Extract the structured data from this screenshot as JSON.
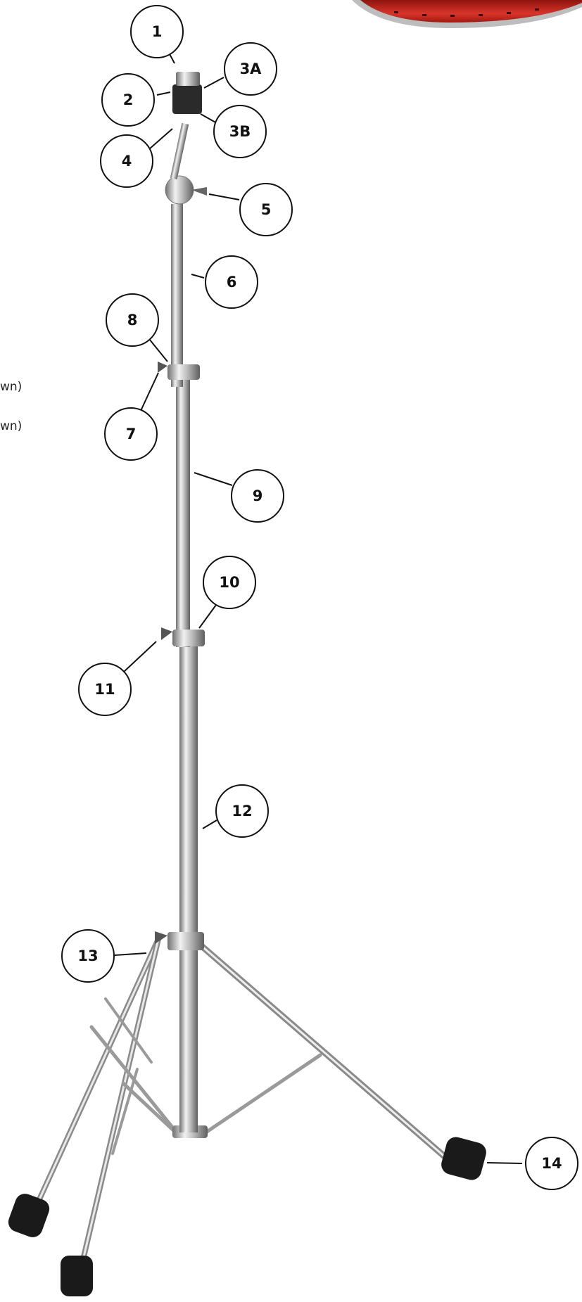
{
  "side_text": [
    "wn)",
    "wn)"
  ],
  "callouts": [
    {
      "id": "c1",
      "label": "1"
    },
    {
      "id": "c2",
      "label": "2"
    },
    {
      "id": "c3a",
      "label": "3A"
    },
    {
      "id": "c3b",
      "label": "3B"
    },
    {
      "id": "c4",
      "label": "4"
    },
    {
      "id": "c5",
      "label": "5"
    },
    {
      "id": "c6",
      "label": "6"
    },
    {
      "id": "c8",
      "label": "8"
    },
    {
      "id": "c7",
      "label": "7"
    },
    {
      "id": "c9",
      "label": "9"
    },
    {
      "id": "c10",
      "label": "10"
    },
    {
      "id": "c11",
      "label": "11"
    },
    {
      "id": "c12",
      "label": "12"
    },
    {
      "id": "c13",
      "label": "13"
    },
    {
      "id": "c14",
      "label": "14"
    }
  ],
  "colors": {
    "chrome_light": "#e6e6e6",
    "chrome_mid": "#a9a9a9",
    "chrome_dark": "#6f6f6f",
    "rubber_foot": "#1a1a1a",
    "drum_red": "#c0201a",
    "callout_stroke": "#111111"
  }
}
